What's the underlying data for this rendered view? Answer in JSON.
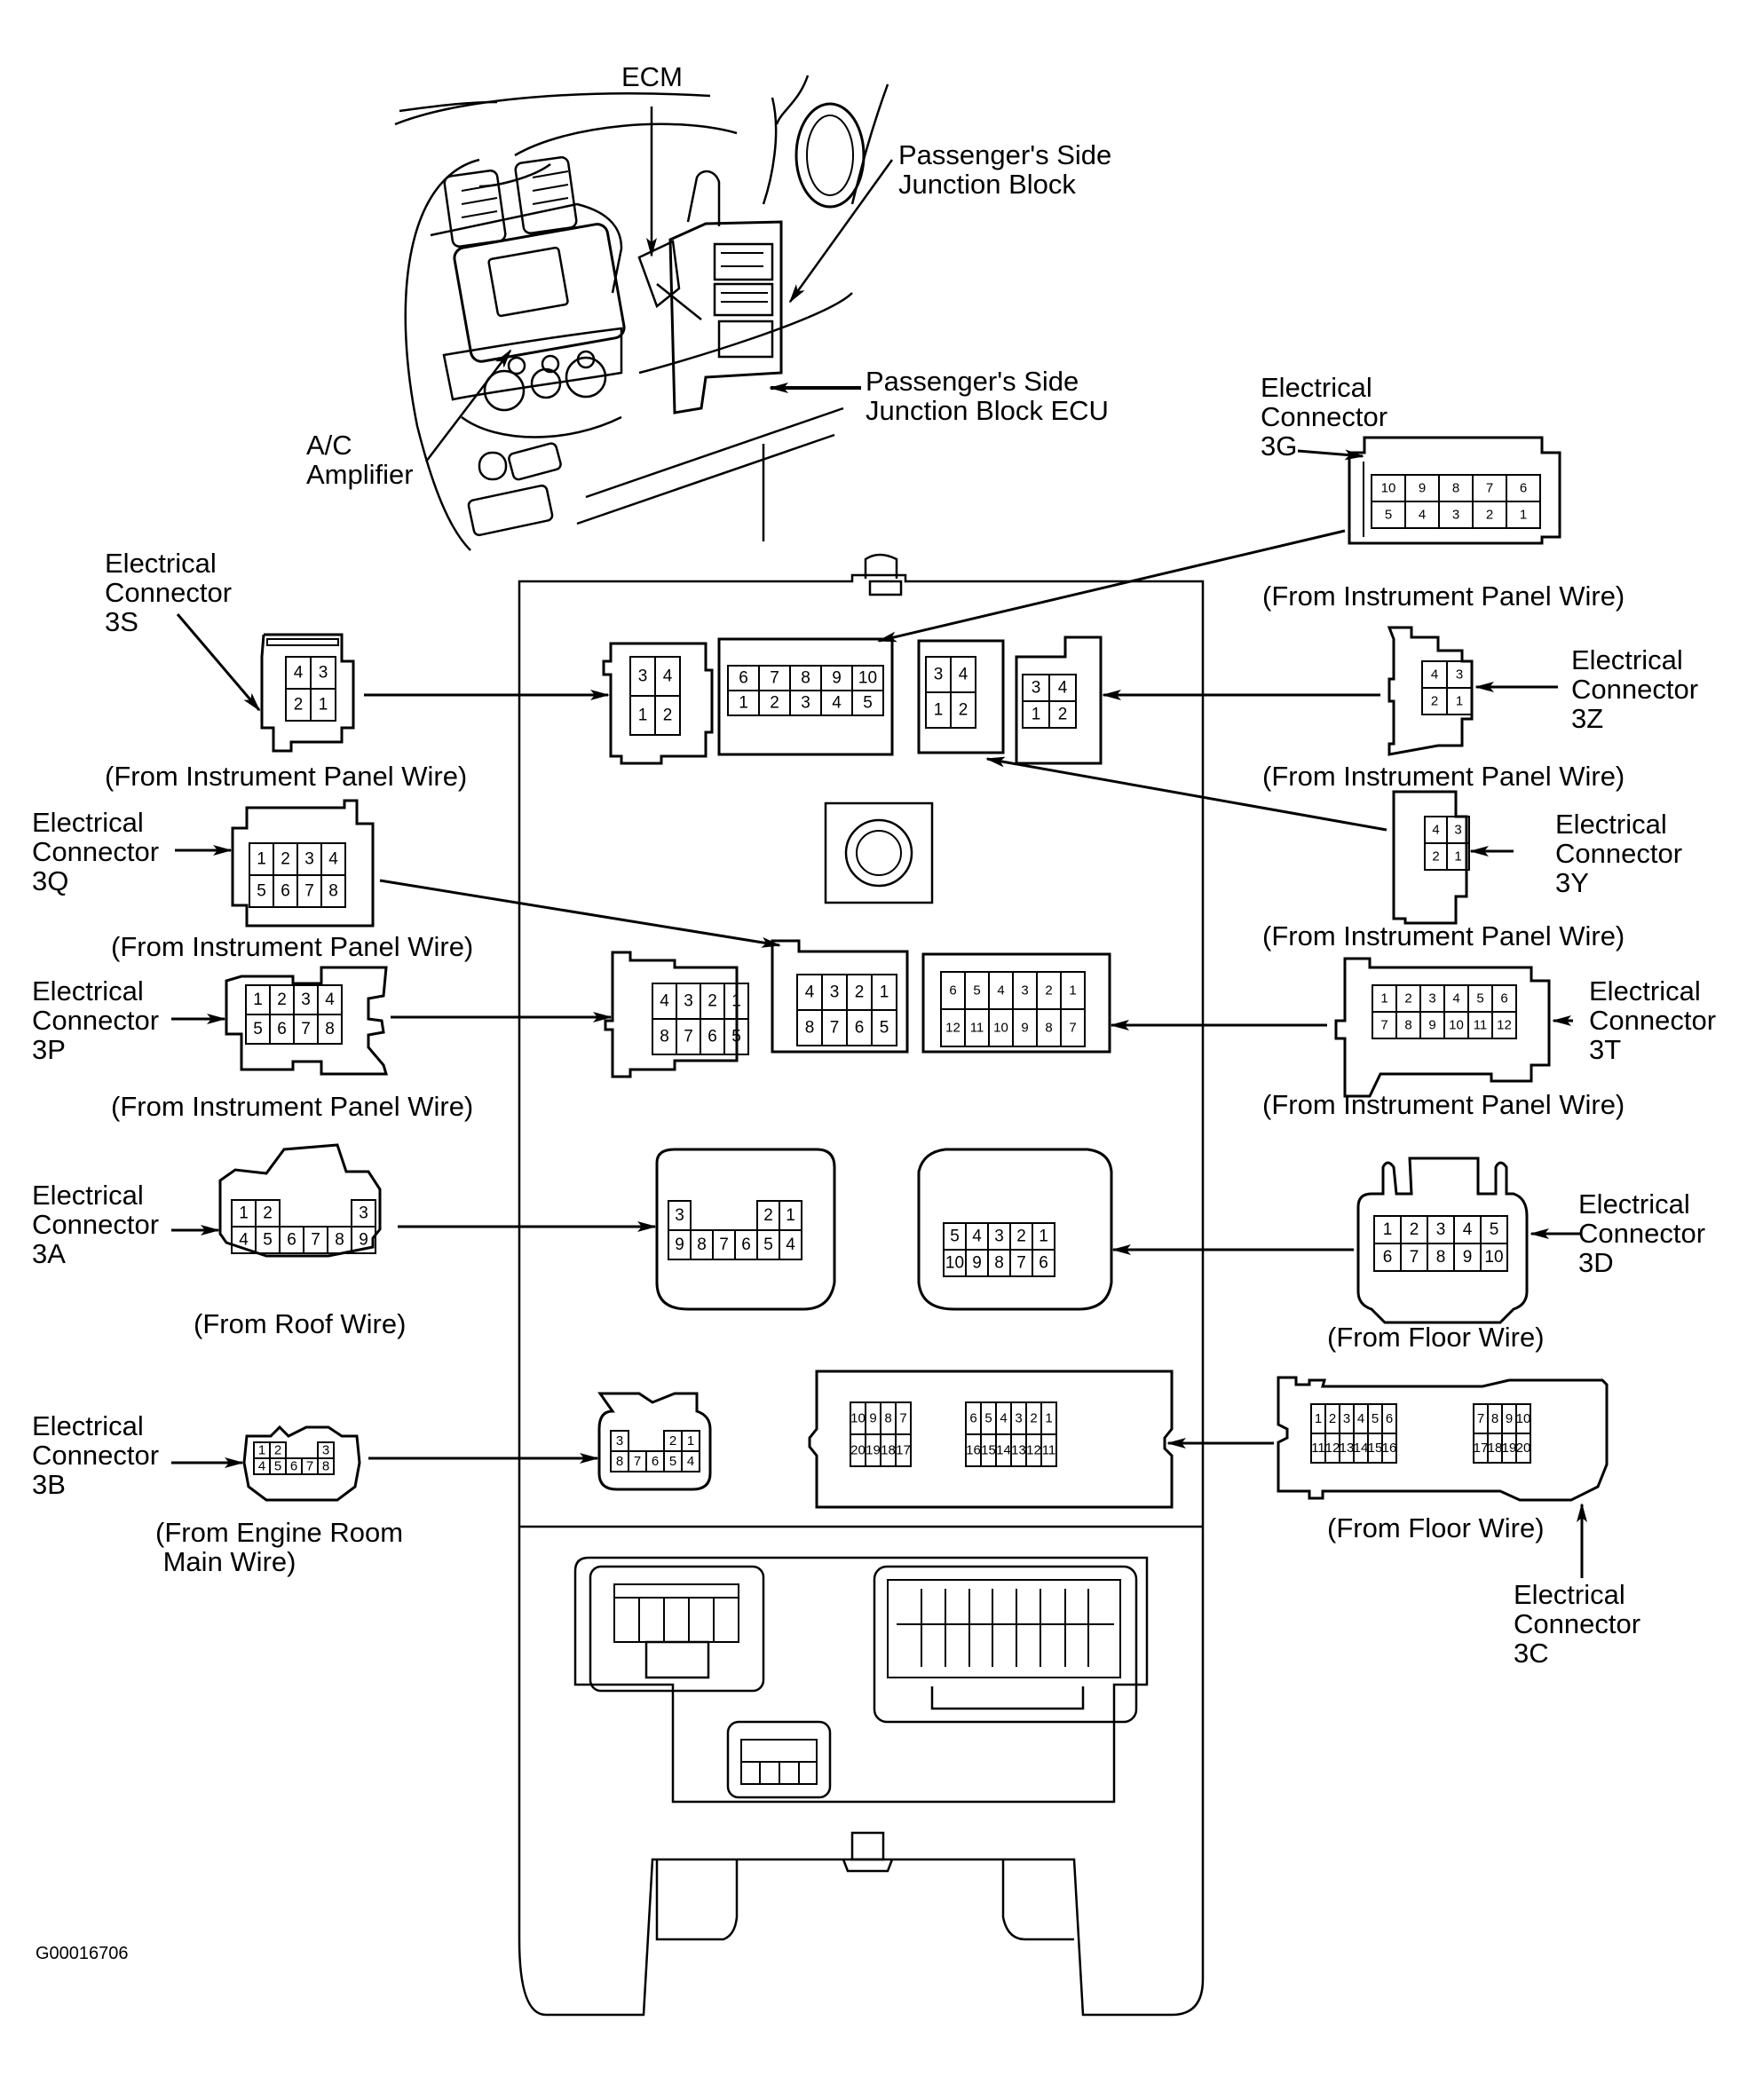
{
  "figure": {
    "id": "G00016706",
    "subject": "Passenger's Side Junction Block connector identification",
    "colors": {
      "ink": "#000000",
      "background": "#ffffff"
    }
  },
  "callouts": {
    "ecm": "ECM",
    "junction_block": "Passenger's Side\nJunction Block",
    "junction_block_ecu": "Passenger's Side\nJunction Block ECU",
    "ac_amplifier": "A/C\nAmplifier"
  },
  "connectors": {
    "3G": {
      "title": "Electrical\nConnector\n3G",
      "source": "(From Instrument Panel Wire)",
      "rows": [
        [
          "10",
          "9",
          "8",
          "7",
          "6"
        ],
        [
          "5",
          "4",
          "3",
          "2",
          "1"
        ]
      ]
    },
    "3S": {
      "title": "Electrical\nConnector\n3S",
      "source": "(From Instrument Panel Wire)",
      "rows": [
        [
          "4",
          "3"
        ],
        [
          "2",
          "1"
        ]
      ]
    },
    "3Z": {
      "title": "Electrical\nConnector\n3Z",
      "source": "(From Instrument Panel Wire)",
      "rows": [
        [
          "4",
          "3"
        ],
        [
          "2",
          "1"
        ]
      ]
    },
    "3Q": {
      "title": "Electrical\nConnector\n3Q",
      "source": "(From Instrument Panel Wire)",
      "rows": [
        [
          "1",
          "2",
          "3",
          "4"
        ],
        [
          "5",
          "6",
          "7",
          "8"
        ]
      ]
    },
    "3Y": {
      "title": "Electrical\nConnector\n3Y",
      "source": "(From Instrument Panel Wire)",
      "rows": [
        [
          "4",
          "3"
        ],
        [
          "2",
          "1"
        ]
      ]
    },
    "3P": {
      "title": "Electrical\nConnector\n3P",
      "source": "(From Instrument Panel Wire)",
      "rows": [
        [
          "1",
          "2",
          "3",
          "4"
        ],
        [
          "5",
          "6",
          "7",
          "8"
        ]
      ]
    },
    "3T": {
      "title": "Electrical\nConnector\n3T",
      "source": "(From Instrument Panel Wire)",
      "rows": [
        [
          "1",
          "2",
          "3",
          "4",
          "5",
          "6"
        ],
        [
          "7",
          "8",
          "9",
          "10",
          "11",
          "12"
        ]
      ]
    },
    "3A": {
      "title": "Electrical\nConnector\n3A",
      "source": "(From Roof Wire)",
      "rows": [
        [
          "1",
          "2",
          "",
          "",
          "",
          "3"
        ],
        [
          "4",
          "5",
          "6",
          "7",
          "8",
          "9"
        ]
      ]
    },
    "3D": {
      "title": "Electrical\nConnector\n3D",
      "source": "(From Floor Wire)",
      "rows": [
        [
          "1",
          "2",
          "3",
          "4",
          "5"
        ],
        [
          "6",
          "7",
          "8",
          "9",
          "10"
        ]
      ]
    },
    "3B": {
      "title": "Electrical\nConnector\n3B",
      "source": "(From Engine Room\n Main Wire)",
      "rows": [
        [
          "1",
          "2",
          "",
          "",
          "3"
        ],
        [
          "4",
          "5",
          "6",
          "7",
          "8"
        ]
      ]
    },
    "3C": {
      "title": "Electrical\nConnector\n3C",
      "source": "(From Floor Wire)",
      "rows_left": [
        [
          "1",
          "2",
          "3",
          "4",
          "5",
          "6"
        ],
        [
          "11",
          "12",
          "13",
          "14",
          "15",
          "16"
        ]
      ],
      "rows_right": [
        [
          "7",
          "8",
          "9",
          "10"
        ],
        [
          "17",
          "18",
          "19",
          "20"
        ]
      ]
    }
  },
  "junction_block_sockets": {
    "s3S": [
      [
        "3",
        "4"
      ],
      [
        "1",
        "2"
      ]
    ],
    "s3G": [
      [
        "6",
        "7",
        "8",
        "9",
        "10"
      ],
      [
        "1",
        "2",
        "3",
        "4",
        "5"
      ]
    ],
    "s3Y": [
      [
        "3",
        "4"
      ],
      [
        "1",
        "2"
      ]
    ],
    "s3Z": [
      [
        "3",
        "4"
      ],
      [
        "1",
        "2"
      ]
    ],
    "s3P": [
      [
        "4",
        "3",
        "2",
        "1"
      ],
      [
        "8",
        "7",
        "6",
        "5"
      ]
    ],
    "s3Q": [
      [
        "4",
        "3",
        "2",
        "1"
      ],
      [
        "8",
        "7",
        "6",
        "5"
      ]
    ],
    "s3T": [
      [
        "6",
        "5",
        "4",
        "3",
        "2",
        "1"
      ],
      [
        "12",
        "11",
        "10",
        "9",
        "8",
        "7"
      ]
    ],
    "s3A": [
      [
        "3",
        "",
        "",
        "",
        "2",
        "1"
      ],
      [
        "9",
        "8",
        "7",
        "6",
        "5",
        "4"
      ]
    ],
    "s3D": [
      [
        "5",
        "4",
        "3",
        "2",
        "1"
      ],
      [
        "10",
        "9",
        "8",
        "7",
        "6"
      ]
    ],
    "s3B": [
      [
        "3",
        "",
        "",
        "2",
        "1"
      ],
      [
        "8",
        "7",
        "6",
        "5",
        "4"
      ]
    ],
    "s3C_left": [
      [
        "10",
        "9",
        "8",
        "7"
      ],
      [
        "20",
        "19",
        "18",
        "17"
      ]
    ],
    "s3C_right": [
      [
        "6",
        "5",
        "4",
        "3",
        "2",
        "1"
      ],
      [
        "16",
        "15",
        "14",
        "13",
        "12",
        "11"
      ]
    ]
  }
}
